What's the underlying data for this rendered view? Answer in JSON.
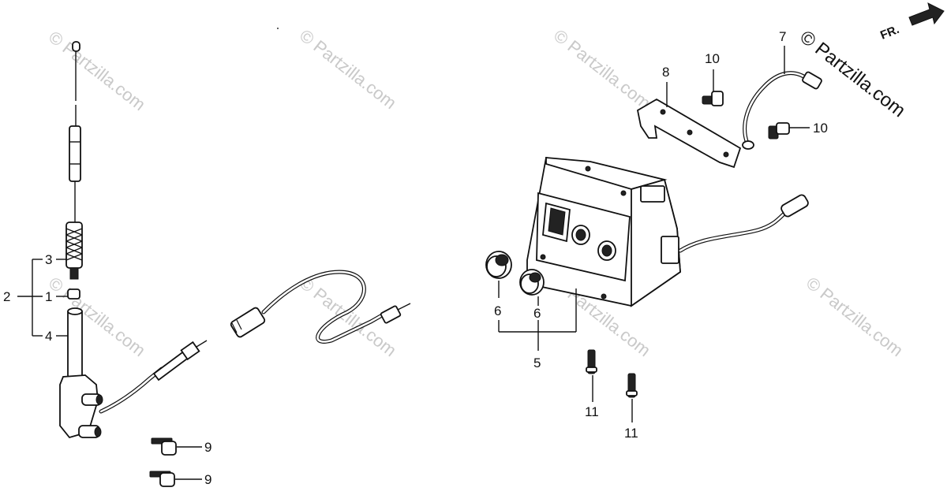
{
  "watermark": "© Partzilla.com",
  "brand": "© Partzilla.com",
  "direction_marker": "FR.",
  "callouts": {
    "c1": "1",
    "c2": "2",
    "c3": "3",
    "c4": "4",
    "c5": "5",
    "c6a": "6",
    "c6b": "6",
    "c7": "7",
    "c8": "8",
    "c9a": "9",
    "c9b": "9",
    "c10a": "10",
    "c10b": "10",
    "c11a": "11",
    "c11b": "11"
  }
}
